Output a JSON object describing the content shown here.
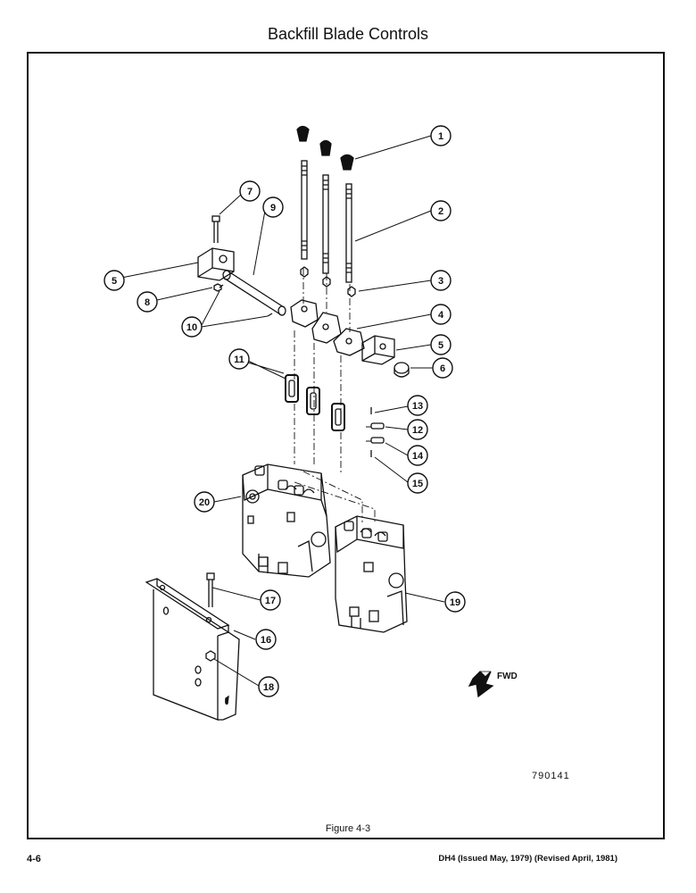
{
  "page": {
    "title": "Backfill Blade Controls",
    "figure_caption": "Figure 4-3",
    "page_number": "4-6",
    "footer": "DH4 (Issued May, 1979) (Revised April, 1981)",
    "drawing_number": "790141",
    "direction_label": "FWD"
  },
  "callouts": [
    "1",
    "2",
    "3",
    "4",
    "5",
    "6",
    "7",
    "8",
    "9",
    "10",
    "11",
    "12",
    "13",
    "14",
    "15",
    "16",
    "17",
    "18",
    "19",
    "20"
  ]
}
